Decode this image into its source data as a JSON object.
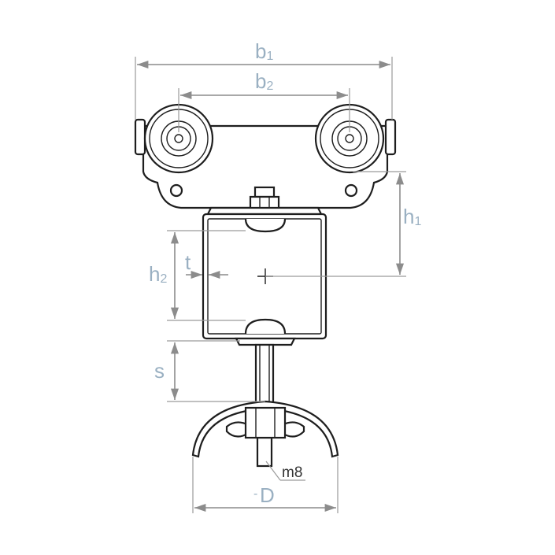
{
  "drawing": {
    "line_color": "#1e1e1e",
    "dimension_color": "#8c8c8c",
    "label_color": "#9ab0c2"
  },
  "labels": {
    "b1": {
      "main": "b",
      "sub": "1"
    },
    "b2": {
      "main": "b",
      "sub": "2"
    },
    "h1": {
      "main": "h",
      "sub": "1"
    },
    "h2": {
      "main": "h",
      "sub": "2"
    },
    "t": "t",
    "s": "s",
    "m8": "m8",
    "D": "D",
    "D_prefix": "-"
  }
}
